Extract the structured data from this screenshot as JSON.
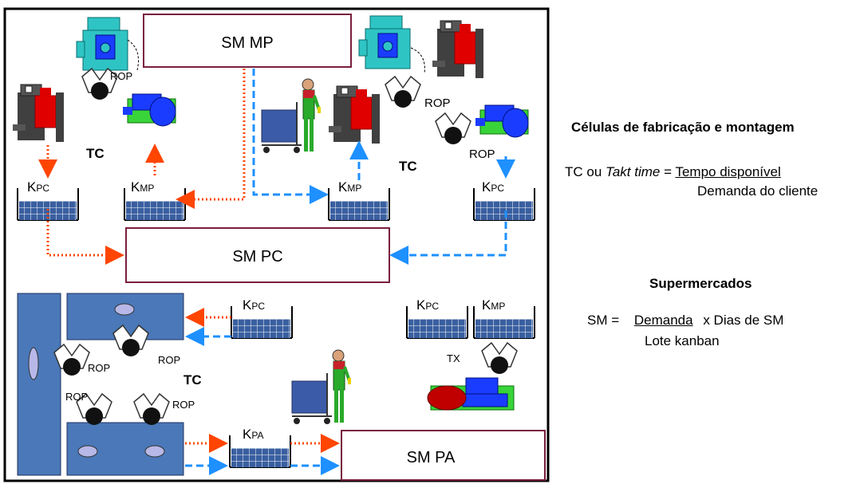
{
  "supermarkets": {
    "sm_mp": "SM MP",
    "sm_pc": "SM PC",
    "sm_pa": "SM PA"
  },
  "kanbans": {
    "k_pc_left": {
      "k": "K",
      "sub": "PC"
    },
    "k_mp_left": {
      "k": "K",
      "sub": "MP"
    },
    "k_mp_right": {
      "k": "K",
      "sub": "MP"
    },
    "k_pc_right": {
      "k": "K",
      "sub": "PC"
    },
    "k_pc_assembly": {
      "k": "K",
      "sub": "PC"
    },
    "k_pc_idle": {
      "k": "K",
      "sub": "PC"
    },
    "k_mp_idle": {
      "k": "K",
      "sub": "MP"
    },
    "k_pa": {
      "k": "K",
      "sub": "PA"
    }
  },
  "labels": {
    "tc": "TC",
    "rop": "ROP",
    "tx": "TX"
  },
  "legend": {
    "cells_title": "Células de fabricação e montagem",
    "tc_prefix": "TC ou ",
    "tc_takt": "Takt time",
    "tc_equals": " = ",
    "tc_numerator": "Tempo disponível",
    "tc_denominator": "Demanda do cliente",
    "sm_title": "Supermercados",
    "sm_prefix": "SM = ",
    "sm_numerator": "Demanda",
    "sm_times": " x Dias de SM",
    "sm_denominator": "Lote kanban"
  },
  "colors": {
    "production_kanban_arrow": "#ff4500",
    "withdrawal_kanban_arrow": "#1e90ff",
    "supermarket_border": "#7a1f3d",
    "bin_fill": "#3a5fa0",
    "assembly_table": "#4a78b8"
  }
}
